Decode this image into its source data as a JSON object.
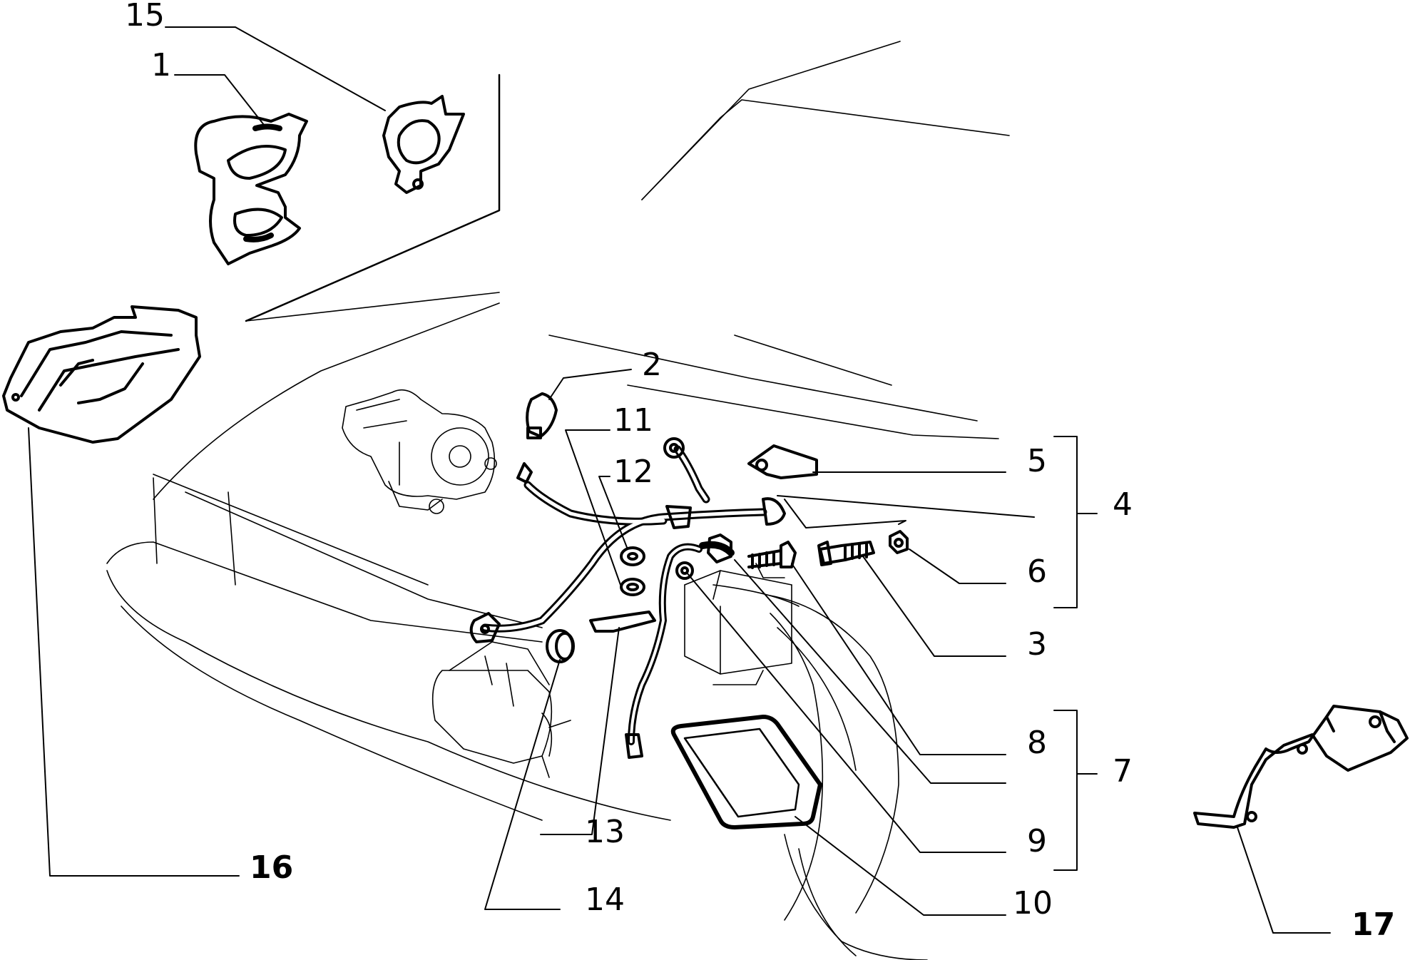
{
  "callouts": [
    {
      "id": "15",
      "text": "15",
      "bold": false
    },
    {
      "id": "1",
      "text": "1",
      "bold": false
    },
    {
      "id": "2",
      "text": "2",
      "bold": false
    },
    {
      "id": "11",
      "text": "11",
      "bold": false
    },
    {
      "id": "12",
      "text": "12",
      "bold": false
    },
    {
      "id": "5",
      "text": "5",
      "bold": false
    },
    {
      "id": "4",
      "text": "4",
      "bold": false
    },
    {
      "id": "6",
      "text": "6",
      "bold": false
    },
    {
      "id": "3",
      "text": "3",
      "bold": false
    },
    {
      "id": "8",
      "text": "8",
      "bold": false
    },
    {
      "id": "7",
      "text": "7",
      "bold": false
    },
    {
      "id": "9",
      "text": "9",
      "bold": false
    },
    {
      "id": "10",
      "text": "10",
      "bold": false
    },
    {
      "id": "13",
      "text": "13",
      "bold": false
    },
    {
      "id": "14",
      "text": "14",
      "bold": false
    },
    {
      "id": "16",
      "text": "16",
      "bold": true
    },
    {
      "id": "17",
      "text": "17",
      "bold": true
    }
  ],
  "colors": {
    "line": "#000000",
    "background": "#ffffff"
  }
}
